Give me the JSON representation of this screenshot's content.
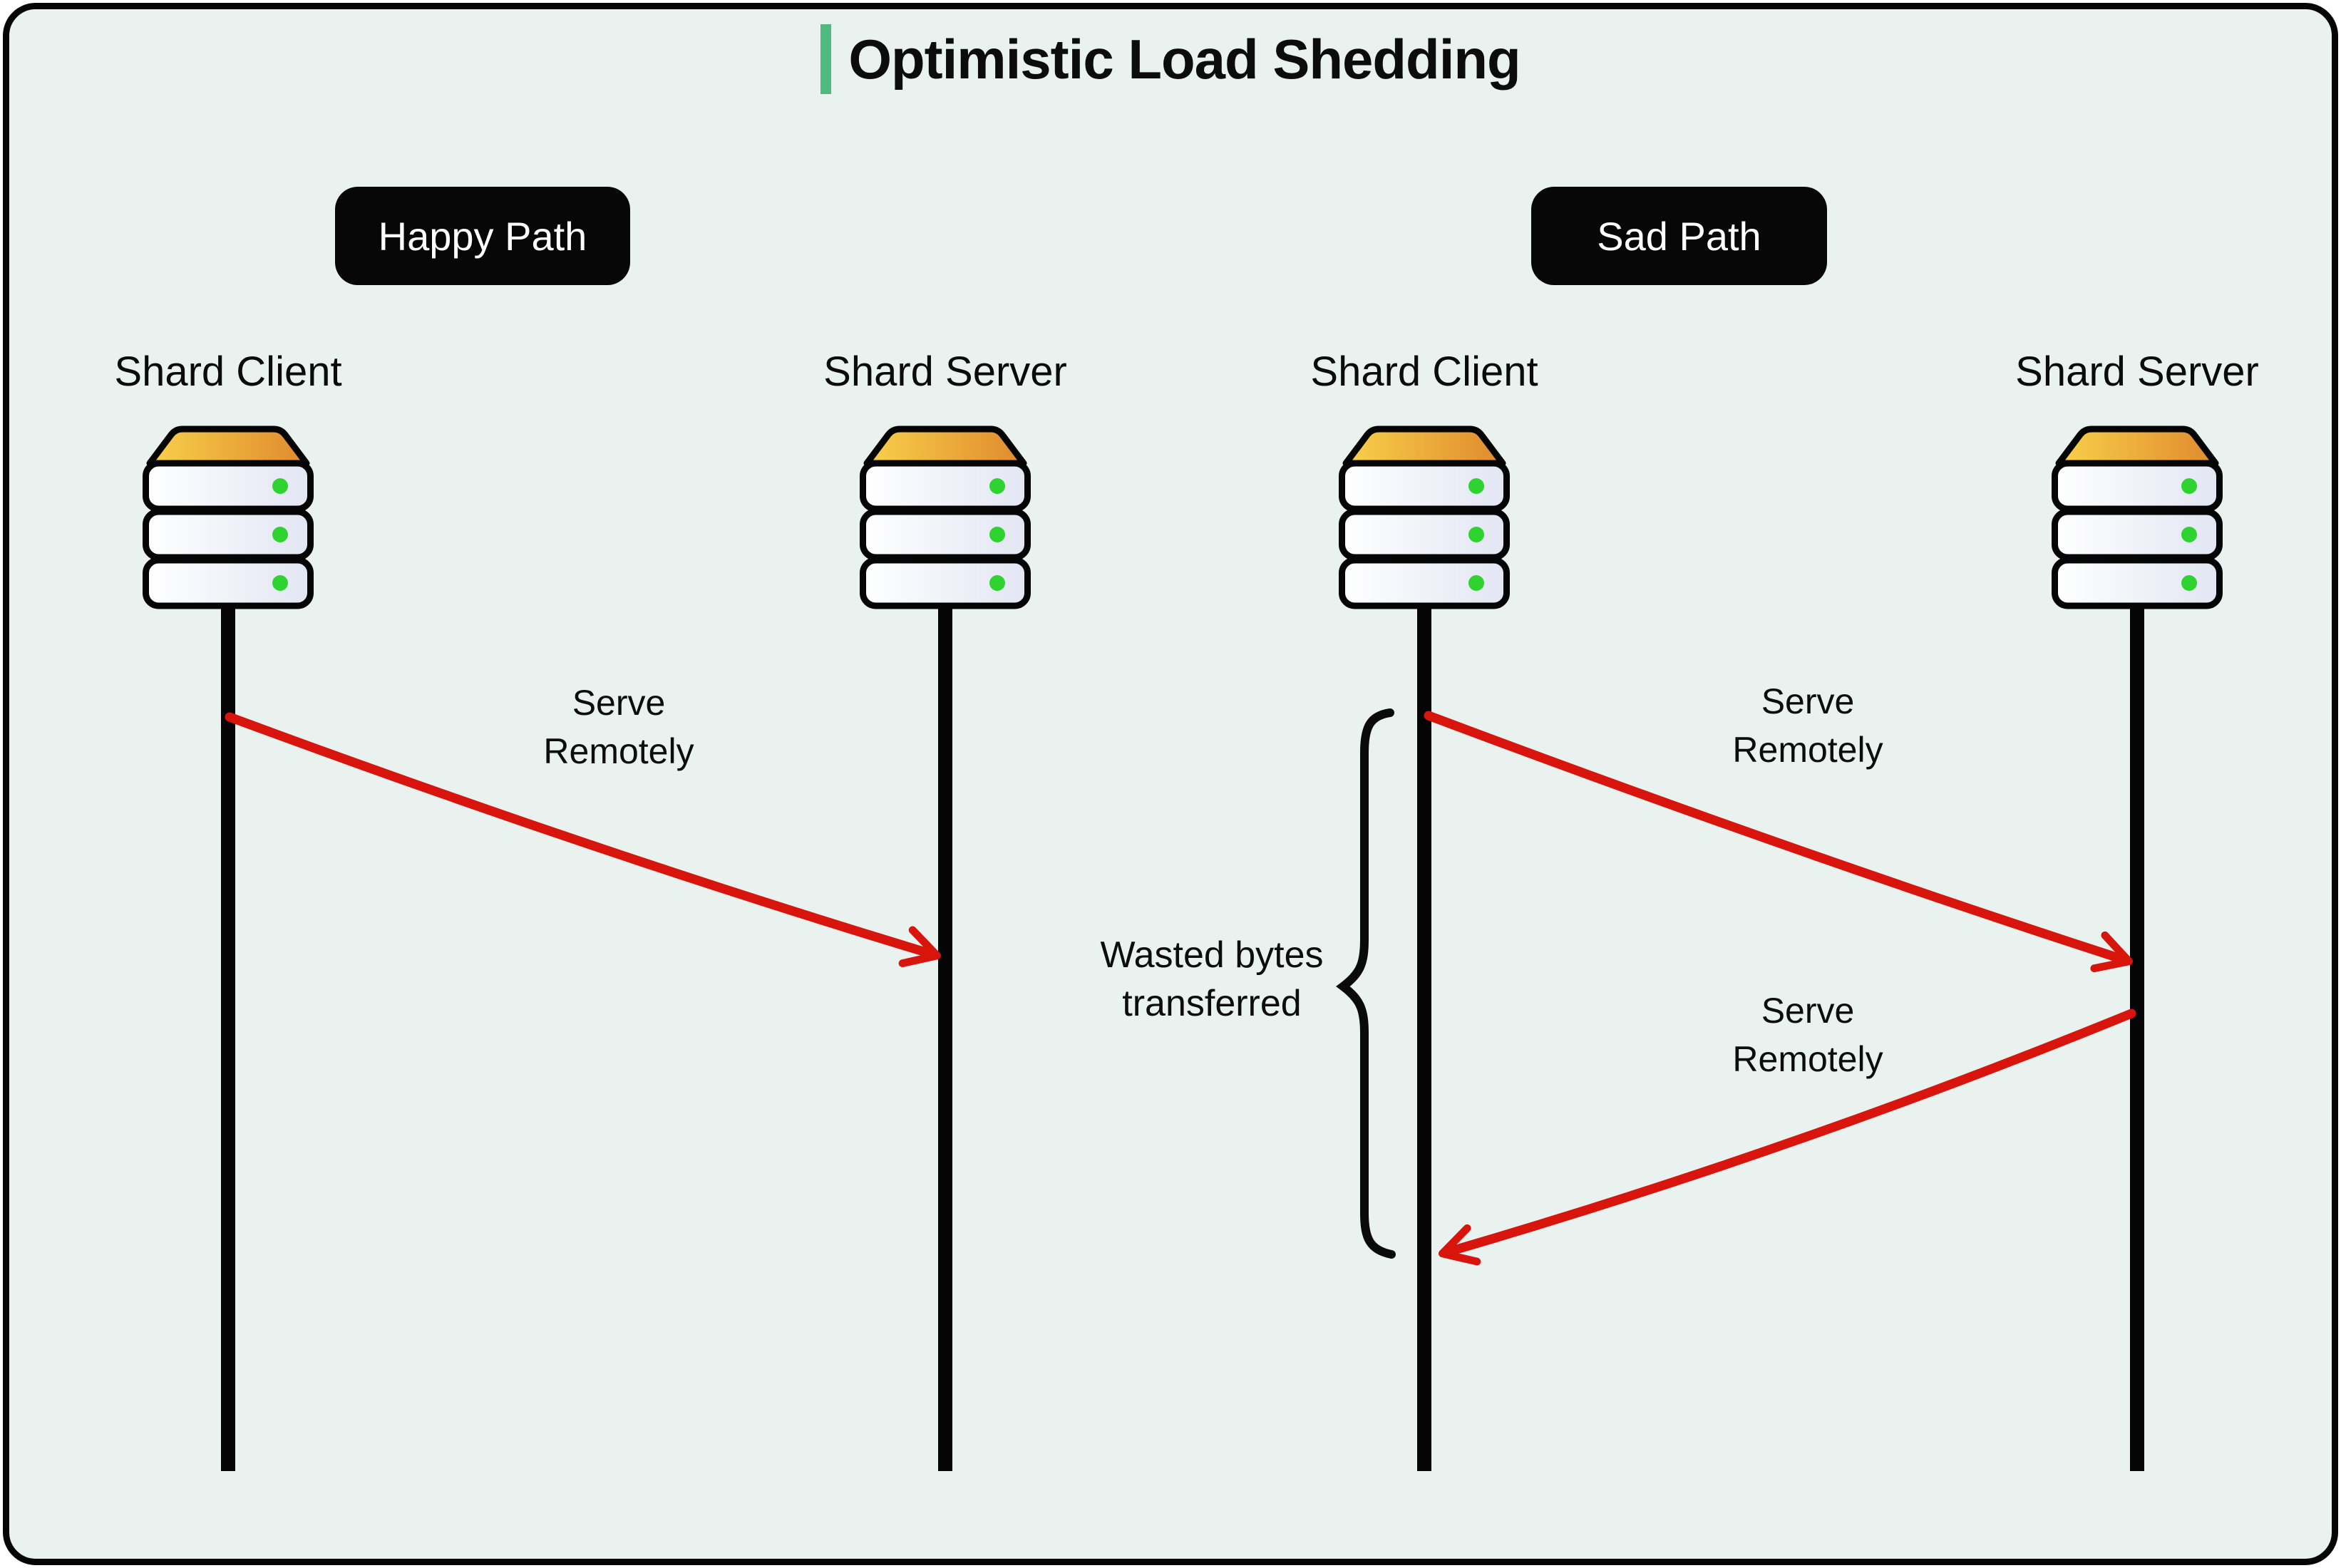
{
  "title": {
    "text": "Optimistic Load Shedding"
  },
  "colors": {
    "accent_green": "#4eba7f",
    "arrow_red": "#d8150c",
    "background_mint": "#e9f2ee",
    "badge_black": "#070707",
    "status_dot_green": "#2fd32f",
    "server_top_yellow": "#f8d04a",
    "server_top_orange": "#e08a2e"
  },
  "panels": [
    {
      "badge": "Happy Path",
      "actors": [
        {
          "label": "Shard Client"
        },
        {
          "label": "Shard Server"
        }
      ],
      "messages": [
        {
          "label": "Serve Remotely",
          "direction": "client-to-server"
        }
      ]
    },
    {
      "badge": "Sad Path",
      "actors": [
        {
          "label": "Shard Client"
        },
        {
          "label": "Shard Server"
        }
      ],
      "messages": [
        {
          "label": "Serve Remotely",
          "direction": "client-to-server"
        },
        {
          "label": "Serve Remotely",
          "direction": "server-to-client"
        }
      ],
      "annotation": {
        "label": "Wasted bytes transferred"
      }
    }
  ]
}
